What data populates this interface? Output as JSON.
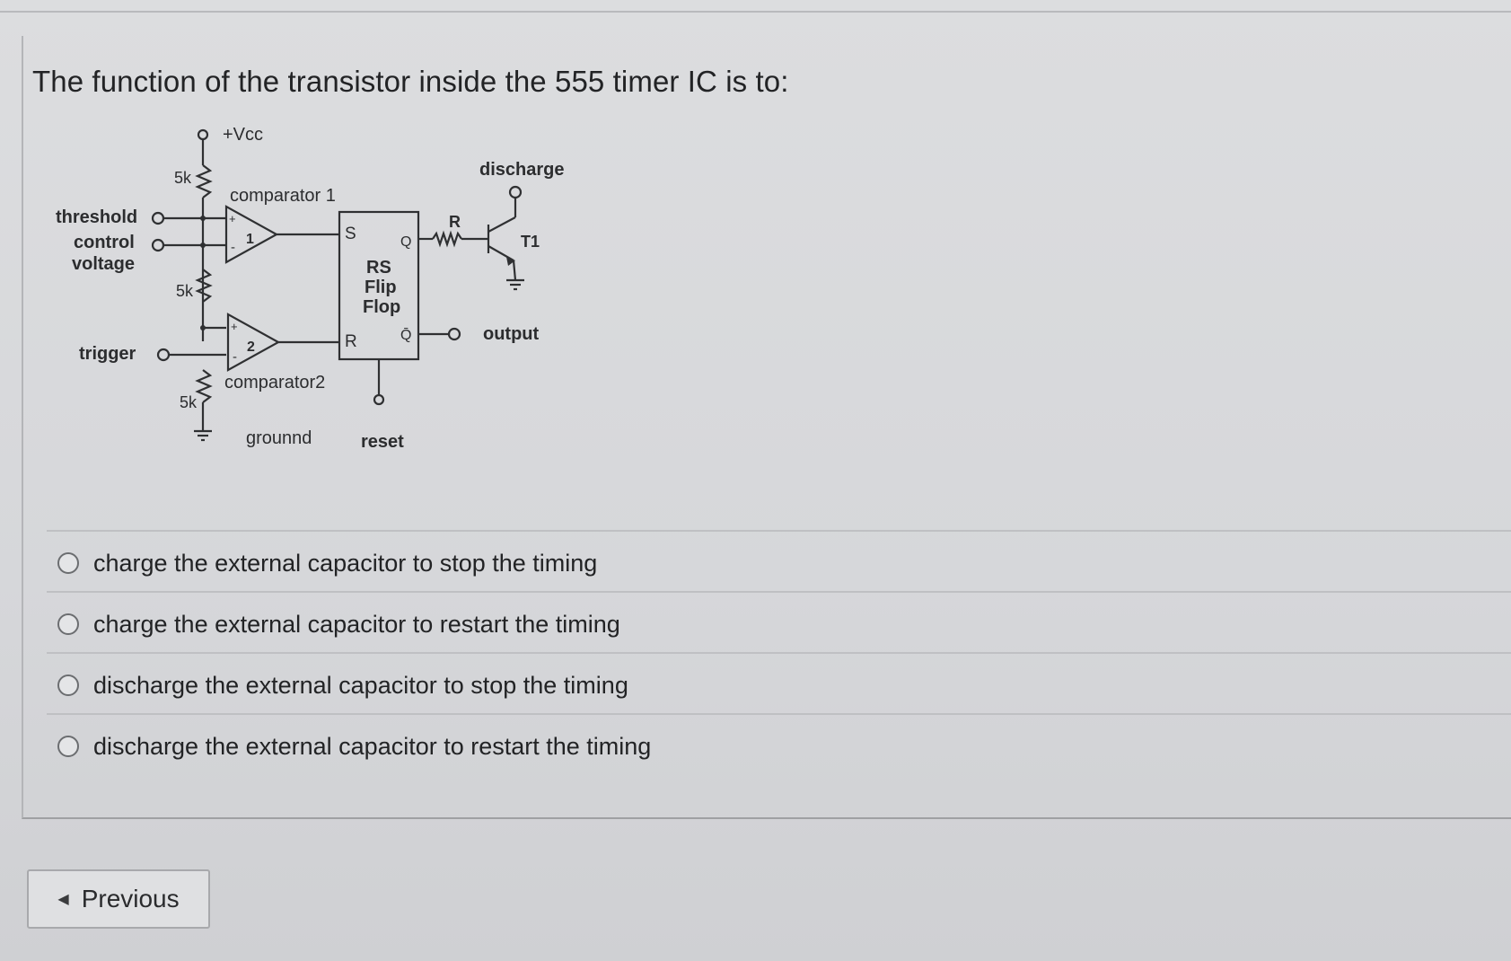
{
  "question": {
    "text": "The function of the transistor inside the 555 timer IC is to:"
  },
  "diagram": {
    "labels": {
      "vcc": "+Vcc",
      "discharge": "discharge",
      "comparator1": "comparator 1",
      "comparator2": "comparator2",
      "threshold": "threshold",
      "control": "control",
      "voltage": "voltage",
      "trigger": "trigger",
      "r1": "5k",
      "r2": "5k",
      "r3": "5k",
      "ground": "grounnd",
      "reset": "reset",
      "output": "output",
      "s_pin": "S",
      "r_pin": "R",
      "q_pin": "Q",
      "qbar_pin": "Q̄",
      "ff_line1": "RS",
      "ff_line2": "Flip",
      "ff_line3": "Flop",
      "res_r": "R",
      "t1": "T1",
      "comp1_num": "1",
      "comp2_num": "2",
      "plus1": "+",
      "minus1": "-",
      "plus2": "+",
      "minus2": "-"
    }
  },
  "options": [
    {
      "label": "charge the external capacitor to stop the timing"
    },
    {
      "label": "charge the external capacitor to restart the timing"
    },
    {
      "label": "discharge the external capacitor to stop the timing"
    },
    {
      "label": "discharge the external capacitor to restart the timing"
    }
  ],
  "navigation": {
    "previous_label": "Previous",
    "previous_icon": "caret-left-icon"
  }
}
